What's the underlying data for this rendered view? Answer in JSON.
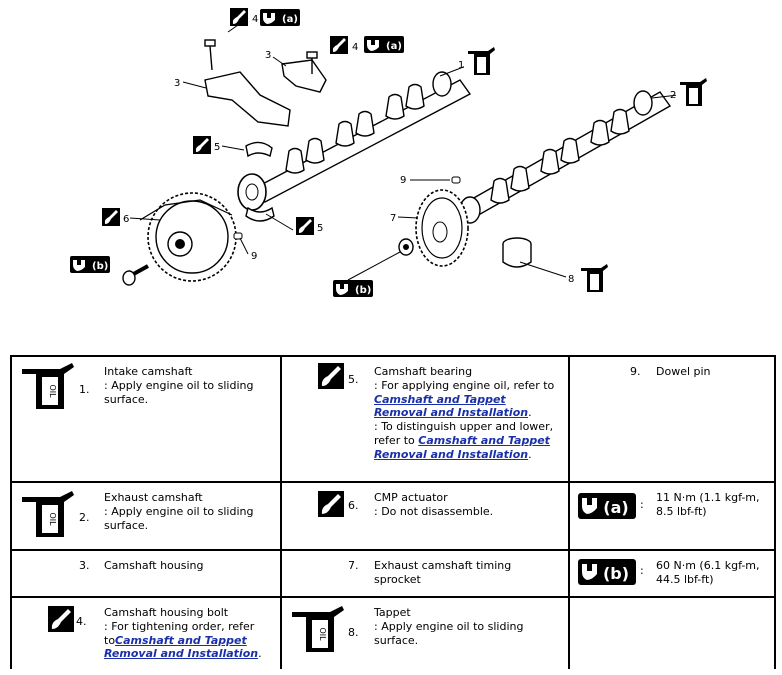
{
  "diagram": {
    "callouts": {
      "c1": "1",
      "c2": "2",
      "c3a": "3",
      "c3b": "3",
      "c4a": "4",
      "c4b": "4",
      "c5a": "5",
      "c5b": "5",
      "c6": "6",
      "c7": "7",
      "c8": "8",
      "c9a": "9",
      "c9b": "9"
    },
    "torque_a": "(a)",
    "torque_b": "(b)",
    "oil": "OIL"
  },
  "rows": [
    [
      {
        "num": "1.",
        "icon": "oil-can-icon",
        "title": "Intake camshaft",
        "detail": ": Apply engine oil to sliding surface."
      },
      {
        "num": "5.",
        "icon": "oil-drop-icon",
        "title": "Camshaft bearing",
        "detail_pre": ": For applying engine oil, refer to ",
        "link1": "Camshaft and Tappet Removal and Installation",
        "detail_mid": ".",
        "detail2_pre": ": To distinguish upper and lower, refer to ",
        "link2": "Camshaft and Tappet Removal and Installation",
        "detail2_post": "."
      },
      {
        "num": "9.",
        "title": "Dowel pin"
      }
    ],
    [
      {
        "num": "2.",
        "icon": "oil-can-icon",
        "title": "Exhaust camshaft",
        "detail": ": Apply engine oil to sliding surface."
      },
      {
        "num": "6.",
        "icon": "oil-drop-icon",
        "title": "CMP actuator",
        "detail": ": Do not disassemble."
      },
      {
        "icon": "torque-wrench-icon",
        "badge": "(a)",
        "line1": "11 N·m (1.1 kgf-m,",
        "line2": "8.5 lbf-ft)"
      }
    ],
    [
      {
        "num": "3.",
        "title": "Camshaft housing"
      },
      {
        "num": "7.",
        "title": "Exhaust camshaft timing sprocket"
      },
      {
        "icon": "torque-wrench-icon",
        "badge": "(b)",
        "line1": "60 N·m (6.1 kgf-m,",
        "line2": "44.5 lbf-ft)"
      }
    ],
    [
      {
        "num": "4.",
        "icon": "oil-drop-icon",
        "title": "Camshaft housing bolt",
        "detail_pre": ": For tightening order, refer to",
        "link1": "Camshaft and Tappet Removal and Installation",
        "detail_mid": "."
      },
      {
        "num": "8.",
        "icon": "oil-can-icon",
        "title": "Tappet",
        "detail": ": Apply engine oil to sliding surface."
      },
      {}
    ]
  ]
}
